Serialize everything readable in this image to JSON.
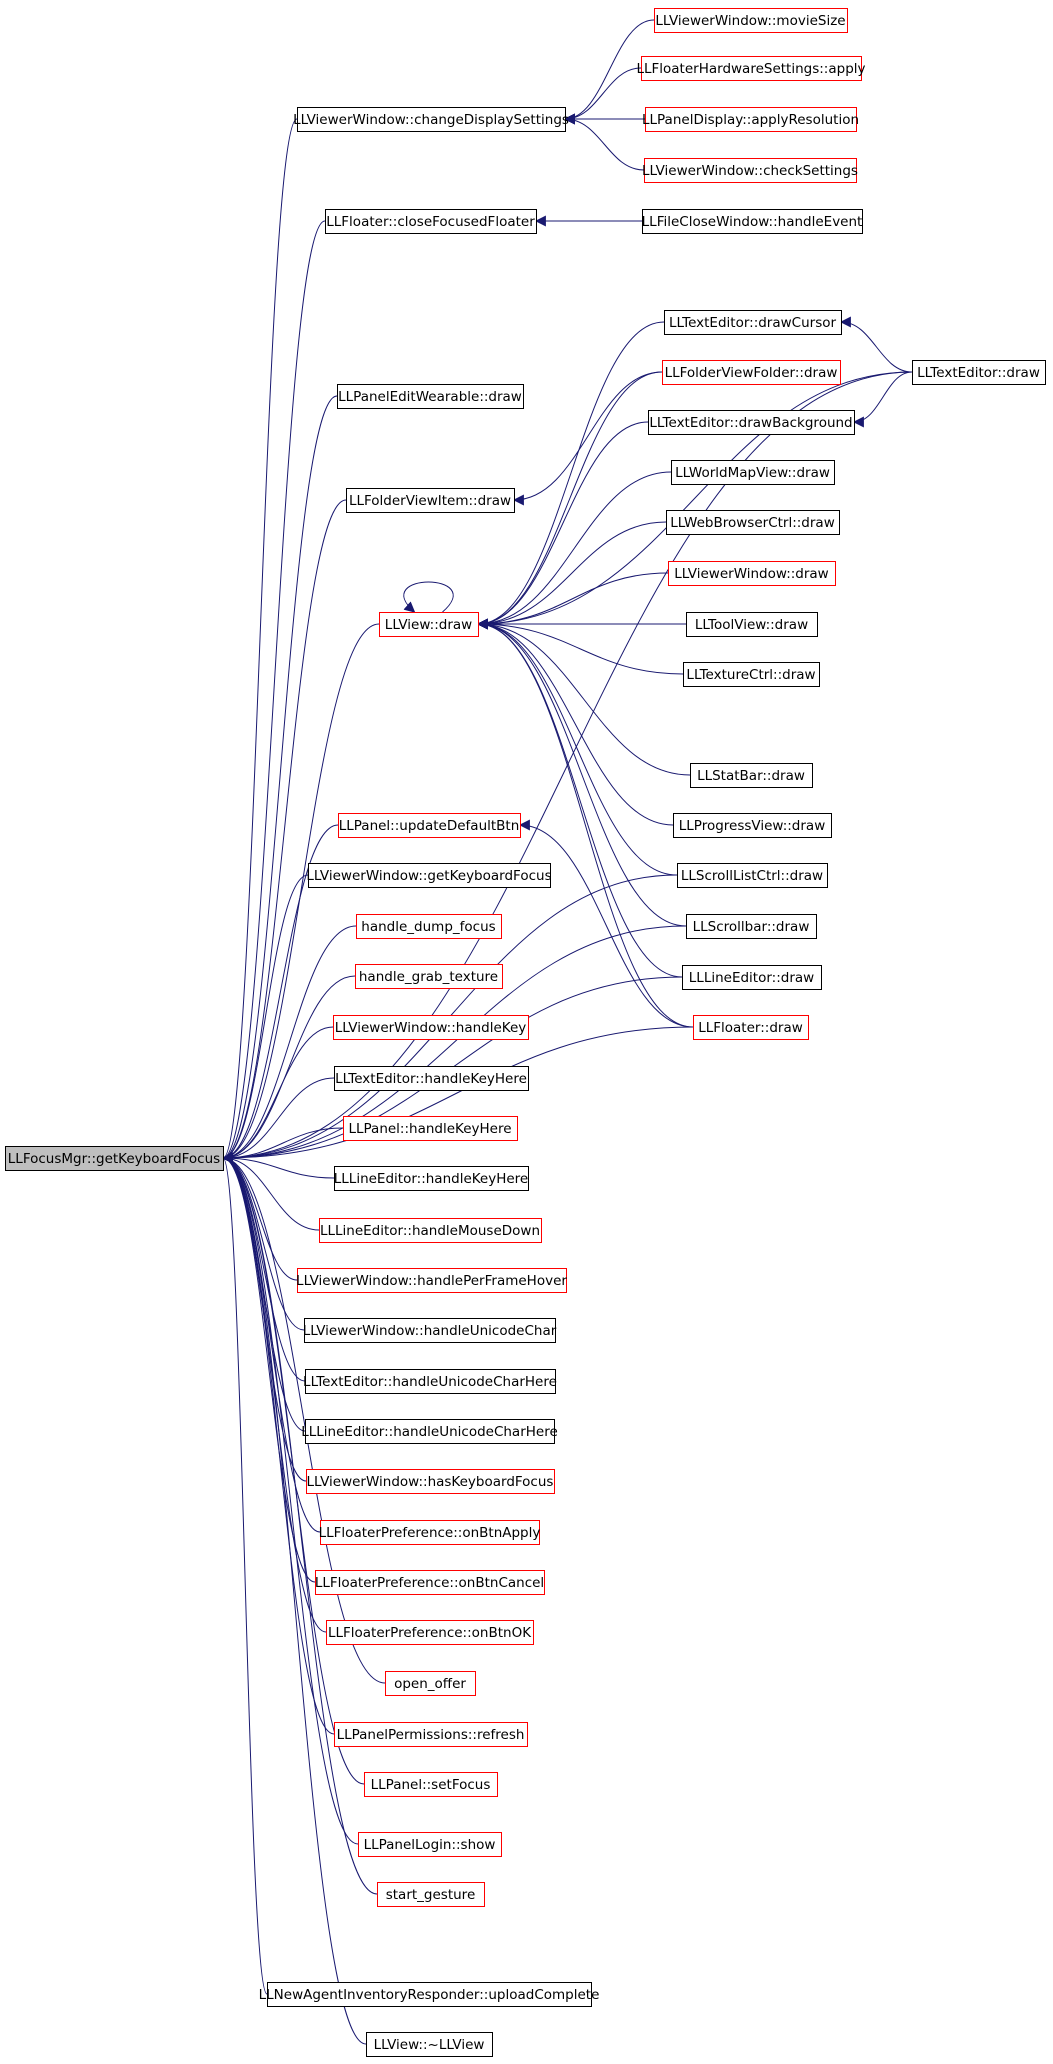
{
  "colors": {
    "edge": "#191970",
    "root_fill": "#bfbfbf",
    "black_border": "#000000",
    "red_border": "#ff0000",
    "text": "#000000"
  },
  "nodes": {
    "getKeyboardFocus": {
      "label": "LLFocusMgr::getKeyboardFocus",
      "border": "black",
      "root": true
    },
    "changeDisplaySettings": {
      "label": "LLViewerWindow::changeDisplaySettings",
      "border": "black"
    },
    "movieSize": {
      "label": "LLViewerWindow::movieSize",
      "border": "red"
    },
    "hwApply": {
      "label": "LLFloaterHardwareSettings::apply",
      "border": "red"
    },
    "applyResolution": {
      "label": "LLPanelDisplay::applyResolution",
      "border": "red"
    },
    "checkSettings": {
      "label": "LLViewerWindow::checkSettings",
      "border": "red"
    },
    "closeFocusedFloater": {
      "label": "LLFloater::closeFocusedFloater",
      "border": "black"
    },
    "fileCloseHandleEvent": {
      "label": "LLFileCloseWindow::handleEvent",
      "border": "black"
    },
    "drawCursor": {
      "label": "LLTextEditor::drawCursor",
      "border": "black"
    },
    "textEditorDraw": {
      "label": "LLTextEditor::draw",
      "border": "black"
    },
    "folderViewFolderDraw": {
      "label": "LLFolderViewFolder::draw",
      "border": "red"
    },
    "panelEditWearableDraw": {
      "label": "LLPanelEditWearable::draw",
      "border": "black"
    },
    "drawBackground": {
      "label": "LLTextEditor::drawBackground",
      "border": "black"
    },
    "worldMapViewDraw": {
      "label": "LLWorldMapView::draw",
      "border": "black"
    },
    "folderViewItemDraw": {
      "label": "LLFolderViewItem::draw",
      "border": "black"
    },
    "webBrowserCtrlDraw": {
      "label": "LLWebBrowserCtrl::draw",
      "border": "black"
    },
    "viewerWindowDraw": {
      "label": "LLViewerWindow::draw",
      "border": "red"
    },
    "viewDraw": {
      "label": "LLView::draw",
      "border": "red"
    },
    "toolViewDraw": {
      "label": "LLToolView::draw",
      "border": "black"
    },
    "textureCtrlDraw": {
      "label": "LLTextureCtrl::draw",
      "border": "black"
    },
    "statBarDraw": {
      "label": "LLStatBar::draw",
      "border": "black"
    },
    "updateDefaultBtn": {
      "label": "LLPanel::updateDefaultBtn",
      "border": "red"
    },
    "progressViewDraw": {
      "label": "LLProgressView::draw",
      "border": "black"
    },
    "getKeyboardFocusVW": {
      "label": "LLViewerWindow::getKeyboardFocus",
      "border": "black"
    },
    "scrollListCtrlDraw": {
      "label": "LLScrollListCtrl::draw",
      "border": "black"
    },
    "handleDumpFocus": {
      "label": "handle_dump_focus",
      "border": "red"
    },
    "scrollbarDraw": {
      "label": "LLScrollbar::draw",
      "border": "black"
    },
    "handleGrabTexture": {
      "label": "handle_grab_texture",
      "border": "red"
    },
    "lineEditorDraw": {
      "label": "LLLineEditor::draw",
      "border": "black"
    },
    "vwHandleKey": {
      "label": "LLViewerWindow::handleKey",
      "border": "red"
    },
    "floaterDraw": {
      "label": "LLFloater::draw",
      "border": "red"
    },
    "teHandleKeyHere": {
      "label": "LLTextEditor::handleKeyHere",
      "border": "black"
    },
    "panelHandleKeyHere": {
      "label": "LLPanel::handleKeyHere",
      "border": "red"
    },
    "leHandleKeyHere": {
      "label": "LLLineEditor::handleKeyHere",
      "border": "black"
    },
    "leHandleMouseDown": {
      "label": "LLLineEditor::handleMouseDown",
      "border": "red"
    },
    "vwHandlePerFrameHover": {
      "label": "LLViewerWindow::handlePerFrameHover",
      "border": "red"
    },
    "vwHandleUnicodeChar": {
      "label": "LLViewerWindow::handleUnicodeChar",
      "border": "black"
    },
    "teHandleUnicodeCharHere": {
      "label": "LLTextEditor::handleUnicodeCharHere",
      "border": "black"
    },
    "leHandleUnicodeCharHere": {
      "label": "LLLineEditor::handleUnicodeCharHere",
      "border": "black"
    },
    "vwHasKeyboardFocus": {
      "label": "LLViewerWindow::hasKeyboardFocus",
      "border": "red"
    },
    "prefOnBtnApply": {
      "label": "LLFloaterPreference::onBtnApply",
      "border": "red"
    },
    "prefOnBtnCancel": {
      "label": "LLFloaterPreference::onBtnCancel",
      "border": "red"
    },
    "prefOnBtnOK": {
      "label": "LLFloaterPreference::onBtnOK",
      "border": "red"
    },
    "openOffer": {
      "label": "open_offer",
      "border": "red"
    },
    "panelPermissionsRefresh": {
      "label": "LLPanelPermissions::refresh",
      "border": "red"
    },
    "panelSetFocus": {
      "label": "LLPanel::setFocus",
      "border": "red"
    },
    "panelLoginShow": {
      "label": "LLPanelLogin::show",
      "border": "red"
    },
    "startGesture": {
      "label": "start_gesture",
      "border": "red"
    },
    "uploadComplete": {
      "label": "LLNewAgentInventoryResponder::uploadComplete",
      "border": "black"
    },
    "viewDestructor": {
      "label": "LLView::~LLView",
      "border": "black"
    }
  },
  "edges": [
    [
      "changeDisplaySettings",
      "getKeyboardFocus"
    ],
    [
      "closeFocusedFloater",
      "getKeyboardFocus"
    ],
    [
      "textEditorDraw",
      "getKeyboardFocus"
    ],
    [
      "panelEditWearableDraw",
      "getKeyboardFocus"
    ],
    [
      "folderViewItemDraw",
      "getKeyboardFocus"
    ],
    [
      "viewDraw",
      "getKeyboardFocus"
    ],
    [
      "updateDefaultBtn",
      "getKeyboardFocus"
    ],
    [
      "getKeyboardFocusVW",
      "getKeyboardFocus"
    ],
    [
      "handleDumpFocus",
      "getKeyboardFocus"
    ],
    [
      "handleGrabTexture",
      "getKeyboardFocus"
    ],
    [
      "vwHandleKey",
      "getKeyboardFocus"
    ],
    [
      "teHandleKeyHere",
      "getKeyboardFocus"
    ],
    [
      "panelHandleKeyHere",
      "getKeyboardFocus"
    ],
    [
      "leHandleKeyHere",
      "getKeyboardFocus"
    ],
    [
      "leHandleMouseDown",
      "getKeyboardFocus"
    ],
    [
      "vwHandlePerFrameHover",
      "getKeyboardFocus"
    ],
    [
      "vwHandleUnicodeChar",
      "getKeyboardFocus"
    ],
    [
      "teHandleUnicodeCharHere",
      "getKeyboardFocus"
    ],
    [
      "leHandleUnicodeCharHere",
      "getKeyboardFocus"
    ],
    [
      "vwHasKeyboardFocus",
      "getKeyboardFocus"
    ],
    [
      "prefOnBtnApply",
      "getKeyboardFocus"
    ],
    [
      "prefOnBtnCancel",
      "getKeyboardFocus"
    ],
    [
      "prefOnBtnOK",
      "getKeyboardFocus"
    ],
    [
      "openOffer",
      "getKeyboardFocus"
    ],
    [
      "panelPermissionsRefresh",
      "getKeyboardFocus"
    ],
    [
      "panelSetFocus",
      "getKeyboardFocus"
    ],
    [
      "panelLoginShow",
      "getKeyboardFocus"
    ],
    [
      "startGesture",
      "getKeyboardFocus"
    ],
    [
      "floaterDraw",
      "getKeyboardFocus"
    ],
    [
      "uploadComplete",
      "getKeyboardFocus"
    ],
    [
      "viewDestructor",
      "getKeyboardFocus"
    ],
    [
      "scrollListCtrlDraw",
      "getKeyboardFocus"
    ],
    [
      "scrollbarDraw",
      "getKeyboardFocus"
    ],
    [
      "lineEditorDraw",
      "getKeyboardFocus"
    ],
    [
      "movieSize",
      "changeDisplaySettings"
    ],
    [
      "hwApply",
      "changeDisplaySettings"
    ],
    [
      "applyResolution",
      "changeDisplaySettings"
    ],
    [
      "checkSettings",
      "changeDisplaySettings"
    ],
    [
      "fileCloseHandleEvent",
      "closeFocusedFloater"
    ],
    [
      "textEditorDraw",
      "drawCursor"
    ],
    [
      "textEditorDraw",
      "drawBackground"
    ],
    [
      "folderViewFolderDraw",
      "folderViewItemDraw"
    ],
    [
      "drawCursor",
      "viewDraw"
    ],
    [
      "folderViewFolderDraw",
      "viewDraw"
    ],
    [
      "drawBackground",
      "viewDraw"
    ],
    [
      "worldMapViewDraw",
      "viewDraw"
    ],
    [
      "webBrowserCtrlDraw",
      "viewDraw"
    ],
    [
      "viewerWindowDraw",
      "viewDraw"
    ],
    [
      "toolViewDraw",
      "viewDraw"
    ],
    [
      "textureCtrlDraw",
      "viewDraw"
    ],
    [
      "statBarDraw",
      "viewDraw"
    ],
    [
      "progressViewDraw",
      "viewDraw"
    ],
    [
      "scrollListCtrlDraw",
      "viewDraw"
    ],
    [
      "scrollbarDraw",
      "viewDraw"
    ],
    [
      "lineEditorDraw",
      "viewDraw"
    ],
    [
      "floaterDraw",
      "viewDraw"
    ],
    [
      "textEditorDraw",
      "viewDraw"
    ],
    [
      "viewDraw",
      "viewDraw"
    ],
    [
      "floaterDraw",
      "updateDefaultBtn"
    ]
  ]
}
